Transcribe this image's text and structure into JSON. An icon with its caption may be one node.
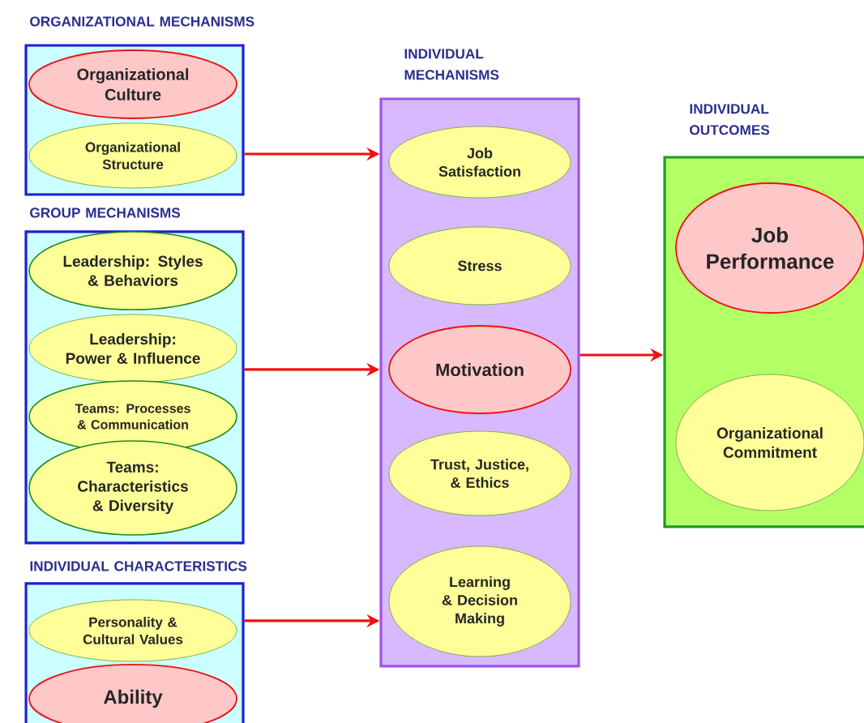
{
  "diagram": {
    "nodes": [
      {
        "text": [
          "ORGANIZATIONAL MECHANISMS"
        ]
      },
      {
        "text": [
          "Organizational Culture"
        ],
        "in": 0
      },
      {
        "text": [
          "Organizational Structure"
        ],
        "in": 0
      },
      {
        "text": [
          "GROUP MECHANISMS"
        ]
      },
      {
        "text": [
          "Leadership: Styles & Behaviors"
        ],
        "in": 3
      },
      {
        "text": [
          "Leadership: Power & Influence"
        ],
        "in": 3
      },
      {
        "text": [
          "Teams: Processes & Communication"
        ],
        "in": 3
      },
      {
        "text": [
          "Teams: Characteristics & Diversity"
        ],
        "in": 3
      },
      {
        "text": [
          "INDIVIDUAL CHARACTERISTICS"
        ]
      },
      {
        "text": [
          "Personality & Cultural Values"
        ],
        "in": 8
      },
      {
        "text": [
          "Ability"
        ],
        "in": 8
      },
      {
        "text": [
          "INDIVIDUAL MECHANISMS"
        ]
      },
      {
        "text": [
          "Job Satisfaction"
        ],
        "in": 11
      },
      {
        "text": [
          "Stress"
        ],
        "in": 11
      },
      {
        "text": [
          "Motivation"
        ],
        "in": 11
      },
      {
        "text": [
          "Trust, Justice, & Ethics"
        ],
        "in": 11
      },
      {
        "text": [
          "Learning & Decision Making"
        ],
        "in": 11
      },
      {
        "text": [
          "INDIVIDUAL OUTCOMES"
        ]
      },
      {
        "text": [
          "Job Performance"
        ],
        "in": 17
      },
      {
        "text": [
          "Organizational Commitment"
        ],
        "in": 17
      }
    ],
    "edges": [
      {
        "from": 0,
        "to": 11,
        "arrow": "to"
      },
      {
        "from": 3,
        "to": 11,
        "arrow": "to"
      },
      {
        "from": 8,
        "to": 11,
        "arrow": "to"
      },
      {
        "from": 11,
        "to": 17,
        "arrow": "to"
      }
    ]
  }
}
